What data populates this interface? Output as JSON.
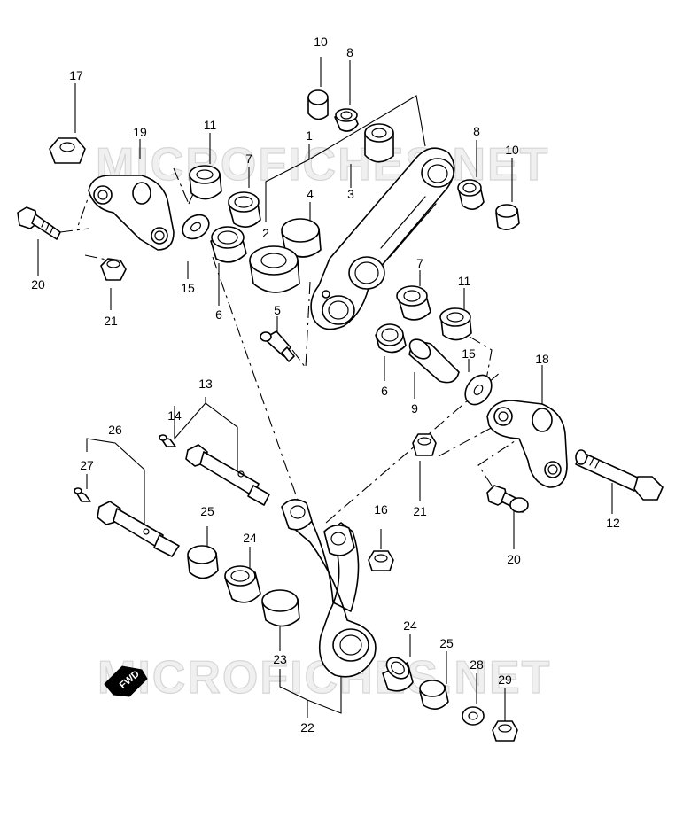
{
  "watermark": {
    "text": "MICROFICHES.NET"
  },
  "fwd_label": "FWD",
  "callouts": [
    "1",
    "2",
    "3",
    "4",
    "5",
    "6",
    "6",
    "7",
    "7",
    "8",
    "8",
    "9",
    "10",
    "10",
    "11",
    "11",
    "12",
    "13",
    "14",
    "15",
    "15",
    "16",
    "17",
    "18",
    "19",
    "20",
    "20",
    "21",
    "21",
    "22",
    "23",
    "24",
    "24",
    "25",
    "25",
    "26",
    "27",
    "28",
    "29"
  ]
}
